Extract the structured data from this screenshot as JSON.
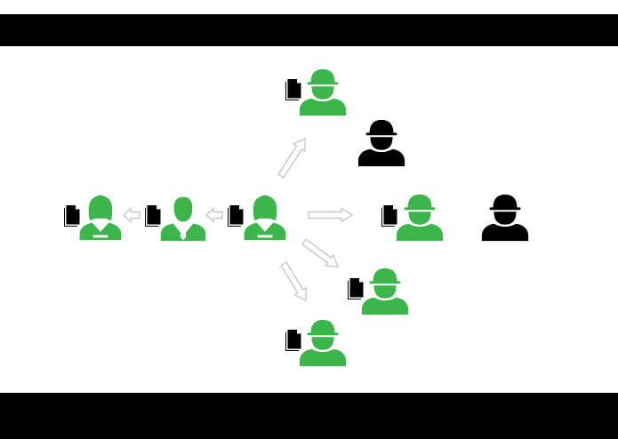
{
  "colors": {
    "bar": "#000000",
    "background": "#ffffff",
    "active": "#3cb54a",
    "inactive": "#000000",
    "arrow_stroke": "#c8c8c8",
    "document": "#000000"
  },
  "icons": {
    "worker": "hard-hat-worker-icon",
    "woman": "businesswoman-icon",
    "man": "businessman-icon",
    "document": "document-stack-icon",
    "arrow": "outline-arrow-icon"
  },
  "people": [
    {
      "id": "woman-left",
      "type": "woman",
      "active": true,
      "has_document": true
    },
    {
      "id": "man-middle",
      "type": "man",
      "active": true,
      "has_document": true
    },
    {
      "id": "woman-source",
      "type": "woman",
      "active": true,
      "has_document": true
    },
    {
      "id": "worker-top",
      "type": "worker",
      "active": true,
      "has_document": true
    },
    {
      "id": "worker-top-right",
      "type": "worker",
      "active": false,
      "has_document": false
    },
    {
      "id": "worker-right",
      "type": "worker",
      "active": true,
      "has_document": true
    },
    {
      "id": "worker-far-right",
      "type": "worker",
      "active": false,
      "has_document": false
    },
    {
      "id": "worker-lower-right",
      "type": "worker",
      "active": true,
      "has_document": true
    },
    {
      "id": "worker-bottom",
      "type": "worker",
      "active": true,
      "has_document": true
    }
  ],
  "arrows": [
    {
      "from": "woman-source",
      "to": "man-middle"
    },
    {
      "from": "man-middle",
      "to": "woman-left"
    },
    {
      "from": "woman-source",
      "to": "worker-top"
    },
    {
      "from": "woman-source",
      "to": "worker-right"
    },
    {
      "from": "woman-source",
      "to": "worker-lower-right"
    },
    {
      "from": "woman-source",
      "to": "worker-bottom"
    }
  ]
}
